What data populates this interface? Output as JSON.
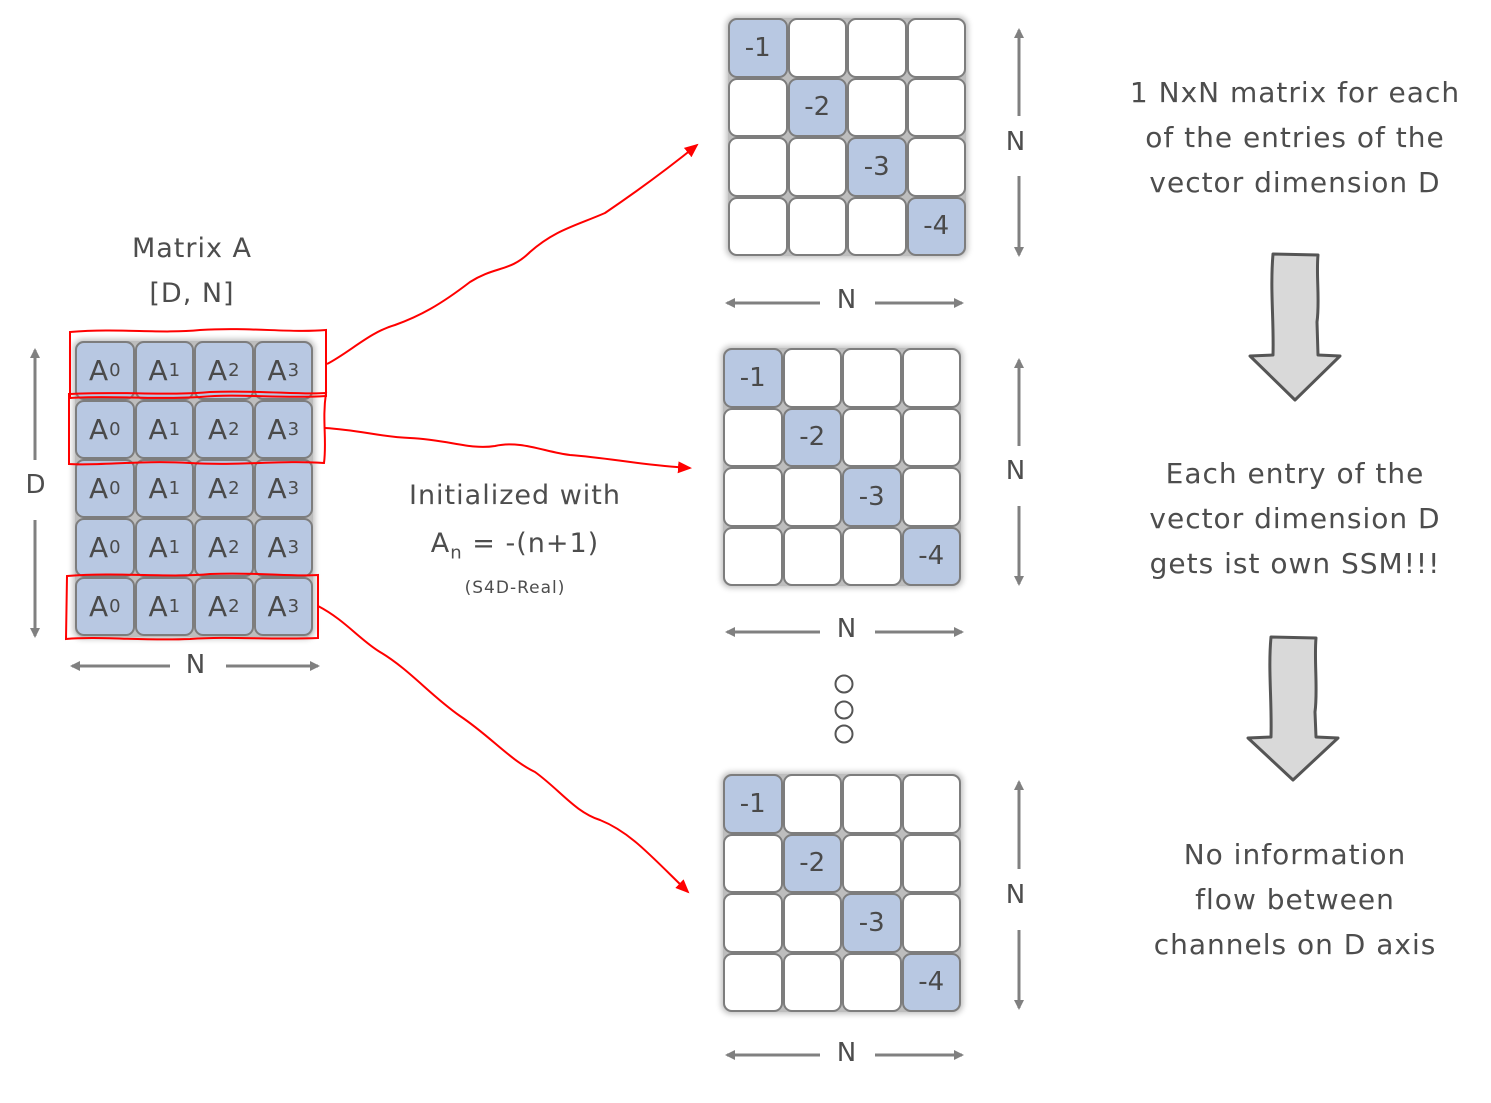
{
  "matrix_a": {
    "title": "Matrix A",
    "shape": "[D, N]",
    "base_label": "A",
    "subscripts": [
      "0",
      "1",
      "2",
      "3"
    ],
    "row_count": 5,
    "highlighted_rows": [
      0,
      1,
      4
    ],
    "axis_vertical_label": "D",
    "axis_horizontal_label": "N"
  },
  "init_note": {
    "line1": "Initialized with",
    "formula_base": "A",
    "formula_sub": "n",
    "formula_rest": " = -(n+1)",
    "line3": "(S4D-Real)"
  },
  "ssm_matrices": [
    {
      "diagonal": [
        "-1",
        "-2",
        "-3",
        "-4"
      ],
      "axis_vertical_label": "N",
      "axis_horizontal_label": "N"
    },
    {
      "diagonal": [
        "-1",
        "-2",
        "-3",
        "-4"
      ],
      "axis_vertical_label": "N",
      "axis_horizontal_label": "N"
    },
    {
      "diagonal": [
        "-1",
        "-2",
        "-3",
        "-4"
      ],
      "axis_vertical_label": "N",
      "axis_horizontal_label": "N"
    }
  ],
  "ellipsis_icon": "vertical-ellipsis-circles",
  "explanations": [
    {
      "lines": [
        "1 NxN matrix for each",
        "of the entries of the",
        "vector dimension D"
      ]
    },
    {
      "lines": [
        "Each entry of the",
        "vector dimension D",
        "gets ist own SSM!!!"
      ]
    },
    {
      "lines": [
        "No information",
        "flow between",
        "channels on D axis"
      ]
    }
  ],
  "colors": {
    "cell_fill": "#b8c8e2",
    "cell_empty": "#ffffff",
    "cell_border": "#7d7d7d",
    "highlight_red": "#ff0000",
    "arrow_gray": "#808080",
    "block_arrow_fill": "#d9d9d9",
    "text": "#4d4d4d"
  }
}
